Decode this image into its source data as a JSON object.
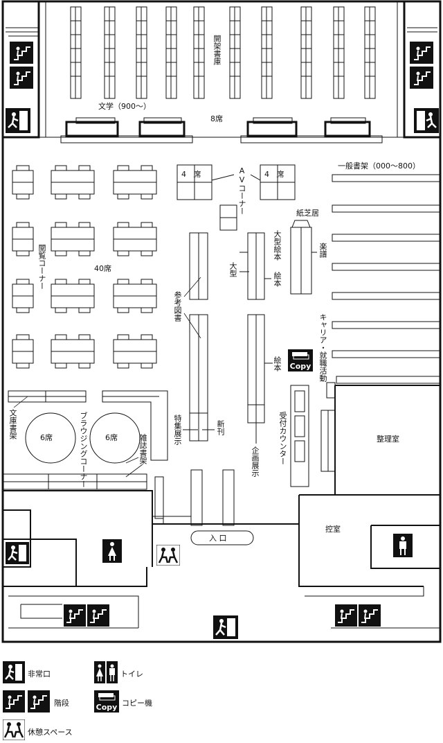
{
  "labels": {
    "open_stacks": "開架書庫",
    "literature": "文学（900〜）",
    "seats_8": "8席",
    "general_shelves": "一般書架（000〜800）",
    "av_corner": "AVコーナー",
    "seats_4a": "4",
    "seat_char": "席",
    "seats_4b": "4",
    "reading_corner": "閲覧コーナー",
    "seats_40": "40席",
    "reference": "参考図書",
    "kamishibai": "紙芝居",
    "large_picture": "大型絵本",
    "large": "大型",
    "picture_books": "絵本",
    "sheet_music": "楽譜",
    "career": "キャリア・就職活動",
    "picture_books2": "絵本",
    "bunko": "文庫書架",
    "browsing": "ブラウジングコーナー",
    "seats_6a": "6席",
    "seats_6b": "6席",
    "magazines": "雑誌書架",
    "special": "特集展示",
    "new_books": "新刊",
    "planning": "企画展示",
    "reception": "受付カウンター",
    "sorting_room": "整理室",
    "waiting_room": "控室",
    "entrance": "入 口",
    "copy": "Copy"
  },
  "legend": {
    "emergency_exit": "非常口",
    "toilet": "トイレ",
    "stairs": "階段",
    "copier": "コピー機",
    "rest_space": "休憩スペース",
    "copy_icon_text": "Copy"
  },
  "icons": [
    "emergency-exit-icon",
    "stairs-icon",
    "toilet-female-icon",
    "toilet-male-icon",
    "rest-space-icon",
    "copier-icon"
  ]
}
